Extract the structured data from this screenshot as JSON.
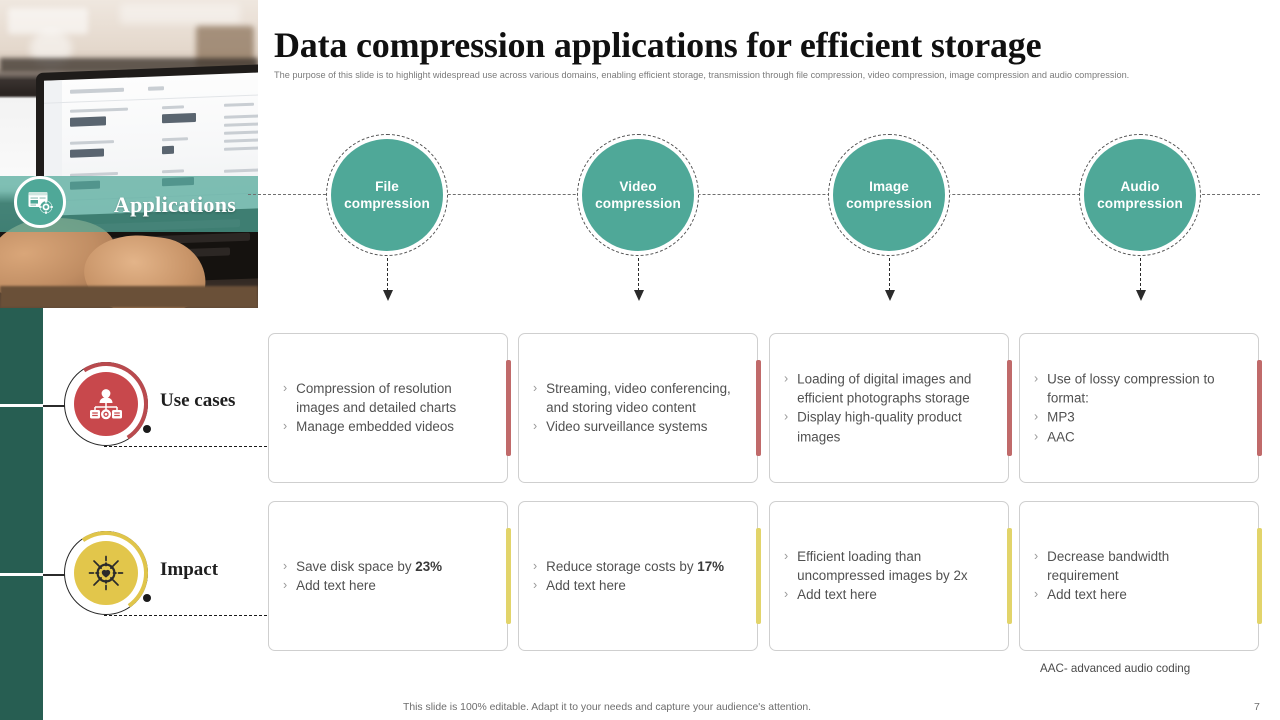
{
  "header": {
    "title": "Data compression applications for efficient storage",
    "subtitle": "The purpose of this slide is to highlight widespread use across various domains, enabling efficient storage, transmission through file compression, video compression, image compression and audio compression."
  },
  "sidebar": {
    "band_label": "Applications",
    "band_icon": "window-settings-icon",
    "accent_color": "#4fa898",
    "bar_color": "#275e52"
  },
  "stages": [
    {
      "label": "File\ncompression",
      "color": "#4fa898"
    },
    {
      "label": "Video\ncompression",
      "color": "#4fa898"
    },
    {
      "label": "Image\ncompression",
      "color": "#4fa898"
    },
    {
      "label": "Audio\ncompression",
      "color": "#4fa898"
    }
  ],
  "rows": [
    {
      "label": "Use cases",
      "icon": "network-people-icon",
      "icon_color": "#c8484c",
      "arc_color": "#b94a4e",
      "accent_color": "#c06a6a",
      "cards": [
        {
          "items": [
            {
              "text": "Compression of resolution images and detailed charts"
            },
            {
              "text": "Manage embedded videos"
            }
          ]
        },
        {
          "items": [
            {
              "text": "Streaming, video conferencing, and storing video content"
            },
            {
              "text": "Video surveillance systems"
            }
          ]
        },
        {
          "items": [
            {
              "text": "Loading of digital images and efficient photographs storage"
            },
            {
              "text": "Display high-quality product images"
            }
          ]
        },
        {
          "items": [
            {
              "text": "Use of lossy compression to format:"
            },
            {
              "text": "MP3"
            },
            {
              "text": "AAC"
            }
          ]
        }
      ]
    },
    {
      "label": "Impact",
      "icon": "target-impact-icon",
      "icon_color": "#e2c64b",
      "arc_color": "#e0c54a",
      "accent_color": "#e2d46a",
      "cards": [
        {
          "items": [
            {
              "text": "Save disk space by ",
              "bold": "23%"
            },
            {
              "text": "Add text here"
            }
          ]
        },
        {
          "items": [
            {
              "text": "Reduce storage costs by ",
              "bold": "17%"
            },
            {
              "text": "Add text here"
            }
          ]
        },
        {
          "items": [
            {
              "text": "Efficient loading than uncompressed images by 2x"
            },
            {
              "text": "Add text here"
            }
          ]
        },
        {
          "items": [
            {
              "text": "Decrease bandwidth requirement"
            },
            {
              "text": "Add text here"
            }
          ]
        }
      ]
    }
  ],
  "footer": {
    "abbreviation": "AAC- advanced audio coding",
    "note": "This slide is 100% editable. Adapt it to your needs and capture your audience's attention.",
    "page_number": "7"
  },
  "bullet_glyph": "›"
}
